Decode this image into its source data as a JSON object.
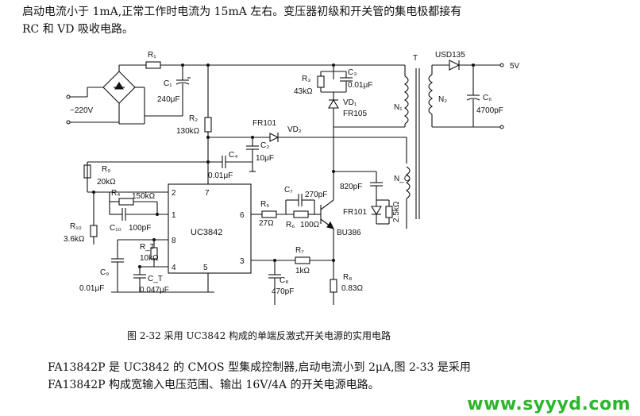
{
  "intro_lines": [
    "启动电流小于 1mA,正常工作时电流为 15mA 左右。变压器初级和开关管的集电极都接有",
    "RC 和 VD 吸收电路。"
  ],
  "figure_caption": "图 2-32   采用 UC3842 构成的单端反激式开关电源的实用电路",
  "outro_lines": [
    "FA13842P 是 UC3842 的 CMOS 型集成控制器,启动电流小到 2μA,图 2-33 是采用",
    "FA13842P 构成宽输入电压范围、输出 16V/4A 的开关电源电路。"
  ],
  "watermark": "www.syyyd.com",
  "schematic": {
    "ic_name": "UC3842",
    "pins": [
      "2",
      "7",
      "1",
      "6",
      "8",
      "4",
      "3",
      "5"
    ],
    "labels": {
      "r1": "R₁",
      "ac": "~220V",
      "c1": "C₁",
      "c1v": "240μF",
      "r2": "R₂",
      "r2v": "130kΩ",
      "r3": "R₃",
      "r3v": "43kΩ",
      "c3": "C₃",
      "c3v": "0.01μF",
      "vd1": "VD₁",
      "fr105": "FR105",
      "t": "T",
      "usd": "USD135",
      "out": "5V",
      "n1": "N₁",
      "n2": "N₂",
      "c6": "C₆",
      "c6v": "4700pF",
      "fr101a": "FR101",
      "vd2": "VD₂",
      "c4": "C₄",
      "c2": "C₂",
      "c2v": "10μF",
      "c4v": "0.01μF",
      "r9": "R₉",
      "r9v": "20kΩ",
      "r4": "R₄",
      "r4v": "150kΩ",
      "r10": "R₁₀",
      "r10v": "3.6kΩ",
      "c10": "C₁₀",
      "c10v": "100pF",
      "rt": "R_T",
      "rtv": "10kΩ",
      "c9": "C₉",
      "c9v": "0.01μF",
      "ct": "C_T",
      "ctv": "0.047μF",
      "r5": "R₅",
      "r5v": "27Ω",
      "c7": "C₇",
      "c7v": "270pF",
      "r6": "R₆",
      "r6v": "100Ω",
      "c820": "820pF",
      "fr101b": "FR101",
      "r25": "2.5kΩ",
      "bu": "BU386",
      "r7": "R₇",
      "r7v": "1kΩ",
      "c8": "C₈",
      "c8v": "470pF",
      "r8": "R₈",
      "r8v": "0.83Ω",
      "nc": "N_C"
    }
  }
}
